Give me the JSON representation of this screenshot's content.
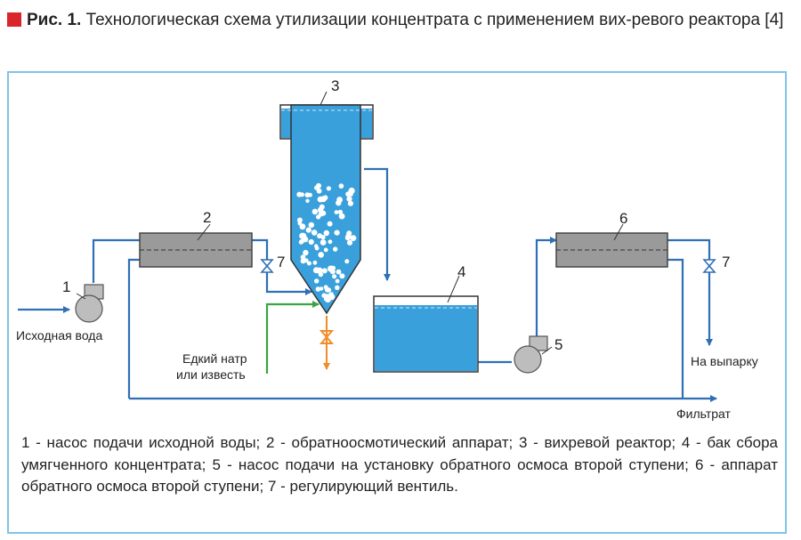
{
  "caption": {
    "fig_label": "Рис. 1.",
    "text": "Технологическая схема утилизации концентрата с применением вих-ревого реактора [4]"
  },
  "labels": {
    "source_water": "Исходная вода",
    "reagent_line1": "Едкий натр",
    "reagent_line2": "или известь",
    "to_evaporation": "На выпарку",
    "filtrate": "Фильтрат"
  },
  "numbers": {
    "n1": "1",
    "n2": "2",
    "n3": "3",
    "n4": "4",
    "n5": "5",
    "n6": "6",
    "n7a": "7",
    "n7b": "7"
  },
  "legend": "1 - насос подачи исходной воды; 2 - обратноосмотический аппарат; 3 - вихревой реактор; 4 - бак сбора умягченного концентрата; 5 - насос подачи на установку обратного осмоса второй ступени; 6 - аппарат обратного осмоса второй ступени; 7 - регулирующий вентиль.",
  "colors": {
    "pipe": "#2f6fb5",
    "water": "#3aa0dc",
    "reagent": "#3aa547",
    "sludge": "#f28c28",
    "frame": "#7fc4e6",
    "accent": "#d9262b"
  }
}
